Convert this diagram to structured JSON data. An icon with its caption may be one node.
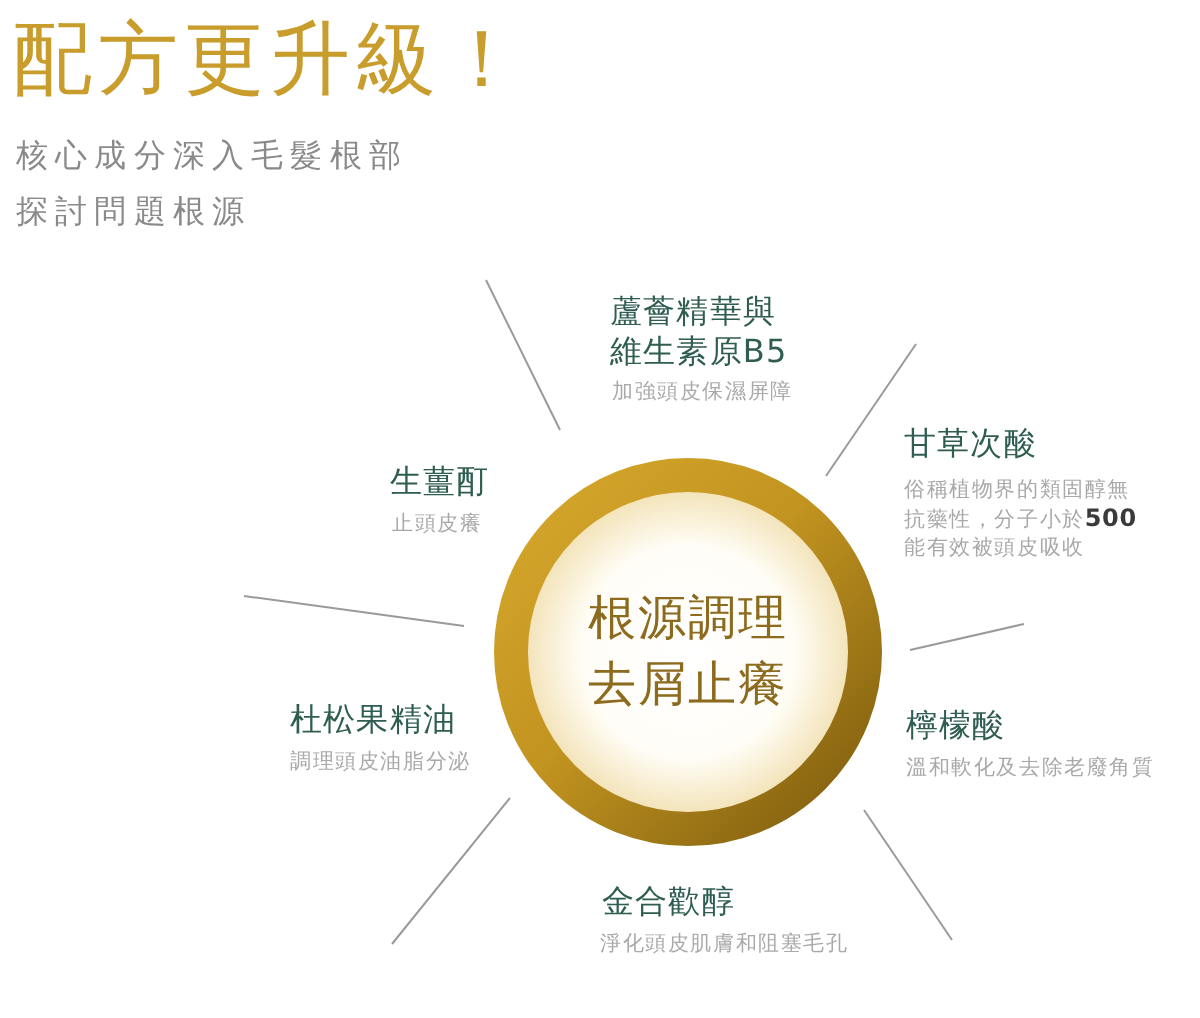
{
  "diagram": {
    "title": "配方更升級！",
    "nodes": [
      {
        "text": [
          "根源調理去屑止癢"
        ]
      }
    ],
    "labels": [
      "核心成分深入毛髮根部探討問題根源",
      "蘆薈精華與維生素原B5",
      "加強頭皮保濕屏障",
      "生薑酊",
      "止頭皮癢",
      "甘草次酸",
      "俗稱植物界的類固醇無抗藥性，分子小於**500**能有效被頭皮吸收",
      "杜松果精油",
      "調理頭皮油脂分泌",
      "檸檬酸",
      "溫和軟化及去除老廢角質",
      "金合歡醇",
      "淨化頭皮肌膚和阻塞毛孔"
    ]
  }
}
